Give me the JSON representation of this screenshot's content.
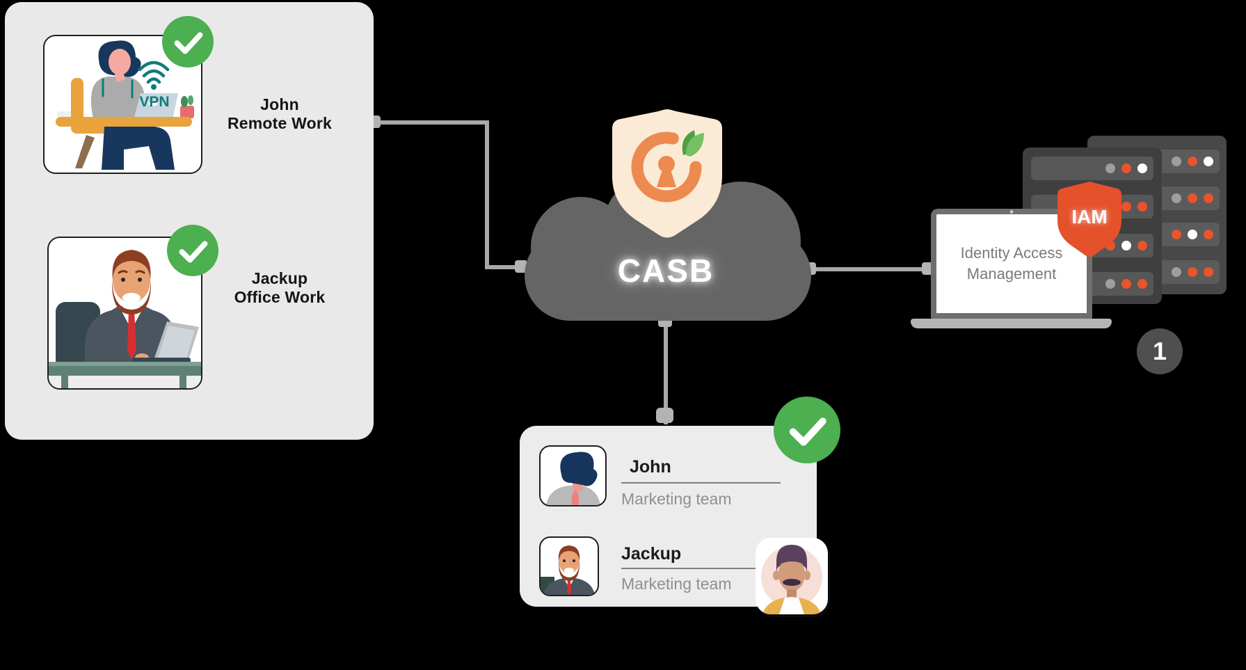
{
  "colors": {
    "background": "#000000",
    "panel_bg": "#E9E9E9",
    "team_card_bg": "#ECECEC",
    "check_green": "#4CAF50",
    "cloud_gray": "#656565",
    "shield_cream": "#FBEAD5",
    "ring_orange": "#ED8A4F",
    "leaf_green": "#74C163",
    "iam_orange": "#E4512B",
    "led_orange": "#E8542C",
    "led_gray": "#9E9E9E",
    "led_white": "#FFFFFF",
    "connector_gray": "#A8A8A8",
    "vpn_teal": "#0E7C7B"
  },
  "left_panel": {
    "users": [
      {
        "label_line1": "John",
        "label_line2": "Remote Work",
        "vpn_label": "VPN",
        "illustration": "person-working-remotely-with-laptop-and-vpn",
        "status": "verified"
      },
      {
        "label_line1": "Jackup",
        "label_line2": "Office Work",
        "illustration": "person-working-at-office-desk-with-laptop",
        "status": "verified"
      }
    ]
  },
  "casb_cloud": {
    "label": "CASB",
    "shield_icon": "orange-keyhole-ring-with-leaf-on-cream-shield"
  },
  "iam_group": {
    "shield_label": "IAM",
    "laptop_screen_line1": "Identity Access",
    "laptop_screen_line2": "Management",
    "badge_count": "1",
    "servers": {
      "front_leds": [
        [
          "gray",
          "orange",
          "white"
        ],
        [
          "gray",
          "orange",
          "orange"
        ],
        [
          "orange",
          "white",
          "orange"
        ],
        [
          "gray",
          "orange",
          "orange"
        ]
      ],
      "back_leds": [
        [
          "gray",
          "orange",
          "white"
        ],
        [
          "gray",
          "orange",
          "orange"
        ],
        [
          "orange",
          "white",
          "orange"
        ],
        [
          "gray",
          "orange",
          "orange"
        ]
      ]
    }
  },
  "team_card": {
    "status": "verified",
    "members": [
      {
        "name": "John",
        "team": "Marketing team"
      },
      {
        "name": "Jackup",
        "team": "Marketing team"
      }
    ],
    "extra_avatar": "mustached-man-avatar"
  }
}
